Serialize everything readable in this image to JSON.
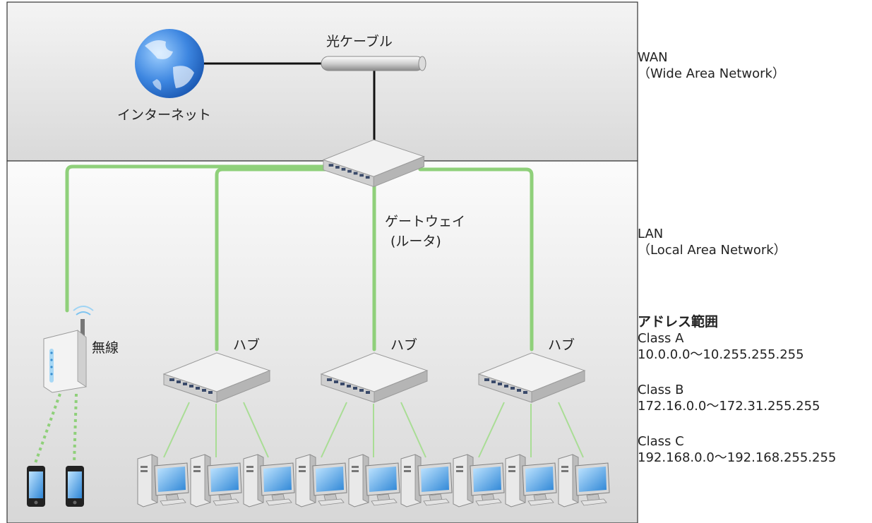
{
  "labels": {
    "fiber_cable": "光ケーブル",
    "internet": "インターネット",
    "gateway_line1": "ゲートウェイ",
    "gateway_line2": "(ルータ)",
    "wireless": "無線",
    "hub": "ハブ"
  },
  "wan": {
    "line1": "WAN",
    "line2": "（Wide Area Network）"
  },
  "lan": {
    "line1": "LAN",
    "line2": "（Local Area Network）"
  },
  "address": {
    "heading": "アドレス範囲",
    "class_a": {
      "name": "Class A",
      "range": "10.0.0.0～10.255.255.255"
    },
    "class_b": {
      "name": "Class B",
      "range": "172.16.0.0～172.31.255.255"
    },
    "class_c": {
      "name": "Class C",
      "range": "192.168.0.0～192.168.255.255"
    }
  },
  "colors": {
    "lan_link": "#8fd07a",
    "wan_link": "#111111",
    "panel_border": "#333333",
    "screen_blue": "#4aa3e6"
  }
}
